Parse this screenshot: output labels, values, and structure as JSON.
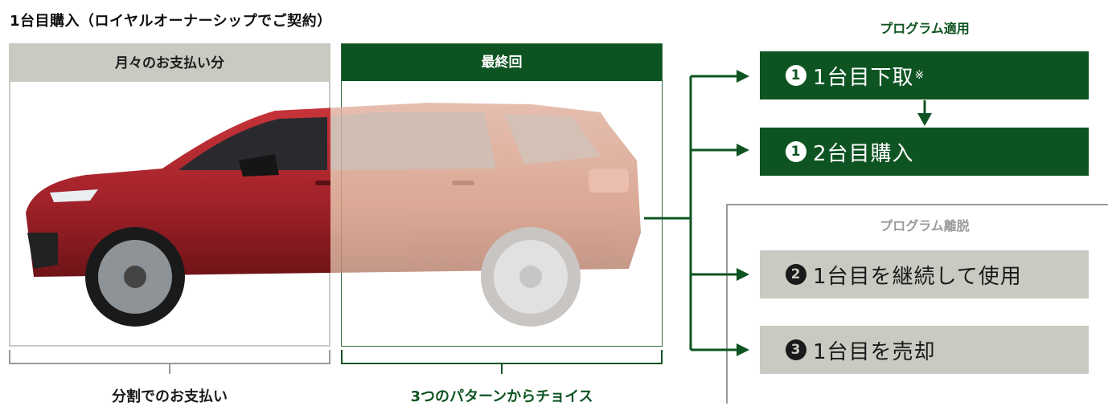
{
  "title": "1台目購入（ロイヤルオーナーシップでご契約）",
  "left_panel": {
    "header": "月々のお支払い分",
    "caption": "分割でのお支払い"
  },
  "right_panel": {
    "header": "最終回",
    "caption": "3つのパターンからチョイス"
  },
  "program_apply": {
    "label": "プログラム適用",
    "options": [
      {
        "number": "1",
        "text": "1台目下取",
        "note": "※"
      },
      {
        "number": "1",
        "text": "2台目購入"
      }
    ]
  },
  "program_leave": {
    "label": "プログラム離脱",
    "options": [
      {
        "number": "2",
        "text": "1台目を継続して使用"
      },
      {
        "number": "3",
        "text": "1台目を売却"
      }
    ]
  },
  "colors": {
    "brand_green": "#0e5422",
    "panel_grey": "#c9cbc2",
    "car_red": "#a3222a",
    "car_faded": "#d9a38e"
  }
}
